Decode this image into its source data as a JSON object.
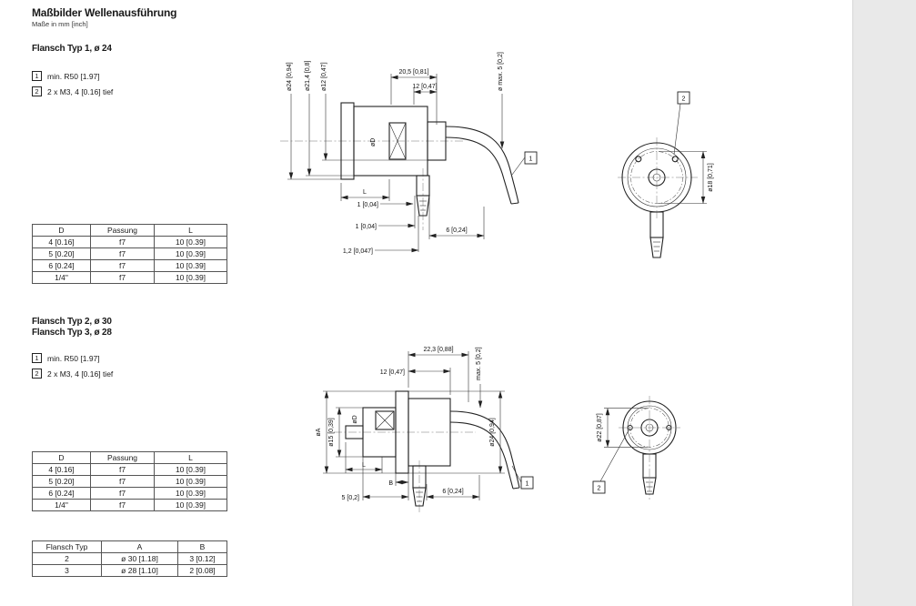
{
  "colors": {
    "line": "#222222",
    "page_margin": "#e9e9e9"
  },
  "page": {
    "title": "Maßbilder Wellenausführung",
    "subtitle": "Maße in mm [inch]"
  },
  "section1": {
    "heading": "Flansch Typ 1, ø 24",
    "notes": [
      {
        "ref": "1",
        "text": "min. R50 [1.97]"
      },
      {
        "ref": "2",
        "text": "2 x M3, 4 [0.16] tief"
      }
    ],
    "fit_table": {
      "headers": [
        "D",
        "Passung",
        "L"
      ],
      "rows": [
        [
          "4 [0.16]",
          "f7",
          "10 [0.39]"
        ],
        [
          "5 [0.20]",
          "f7",
          "10 [0.39]"
        ],
        [
          "6 [0.24]",
          "f7",
          "10 [0.39]"
        ],
        [
          "1/4\"",
          "f7",
          "10 [0.39]"
        ]
      ]
    },
    "side_view": {
      "dia24": "ø24 [0,94]",
      "dia21_4": "ø21,4 [0,8]",
      "dia12": "ø12 [0,47]",
      "len20_5": "20,5 [0,81]",
      "len12": "12 [0,47]",
      "cable_dia": "ø max. 5 [0,2]",
      "diaD": "øD",
      "L": "L",
      "step1a": "1 [0,04]",
      "step1b": "1 [0,04]",
      "step1_2": "1,2 [0,047]",
      "len6": "6 [0,24]",
      "callout1": "1"
    },
    "front_view": {
      "dia18": "ø18 [0,71]",
      "callout2": "2"
    }
  },
  "section2": {
    "heading_line1": "Flansch Typ 2, ø 30",
    "heading_line2": "Flansch Typ 3, ø 28",
    "notes": [
      {
        "ref": "1",
        "text": "min. R50 [1.97]"
      },
      {
        "ref": "2",
        "text": "2 x M3, 4 [0.16] tief"
      }
    ],
    "fit_table": {
      "headers": [
        "D",
        "Passung",
        "L"
      ],
      "rows": [
        [
          "4 [0.16]",
          "f7",
          "10 [0.39]"
        ],
        [
          "5 [0.20]",
          "f7",
          "10 [0.39]"
        ],
        [
          "6 [0.24]",
          "f7",
          "10 [0.39]"
        ],
        [
          "1/4\"",
          "f7",
          "10 [0.39]"
        ]
      ]
    },
    "flange_table": {
      "headers": [
        "Flansch Typ",
        "A",
        "B"
      ],
      "rows": [
        [
          "2",
          "ø 30 [1.18]",
          "3 [0.12]"
        ],
        [
          "3",
          "ø 28 [1.10]",
          "2 [0.08]"
        ]
      ]
    },
    "side_view": {
      "len22_3": "22,3 [0,88]",
      "len12": "12 [0,47]",
      "cable_dia": "max. 5 [0,2]",
      "diaA": "øA",
      "diaD": "øD",
      "dia15": "ø15 [0,39]",
      "dia24": "ø24 [0,94]",
      "L": "L",
      "B": "B",
      "len5": "5 [0,2]",
      "len6": "6 [0,24]",
      "callout1": "1"
    },
    "front_view": {
      "dia22": "ø22 [0,87]",
      "callout2": "2"
    }
  }
}
